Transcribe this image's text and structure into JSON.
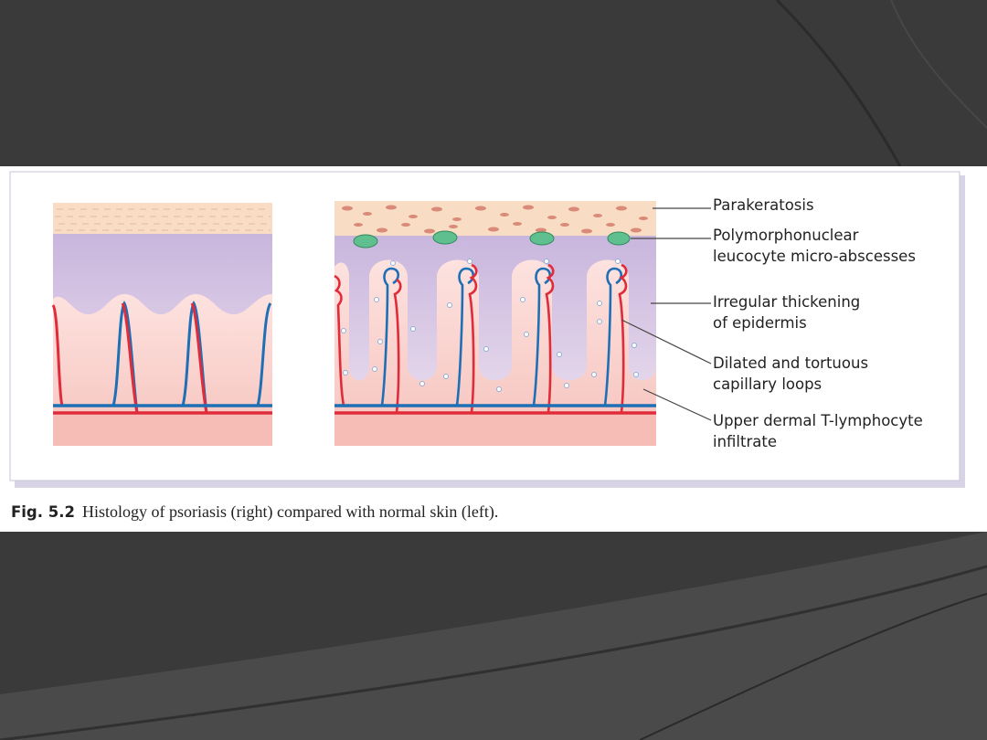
{
  "figure": {
    "labels": {
      "parakeratosis": "Parakeratosis",
      "micro_abscess_1": "Polymorphonuclear",
      "micro_abscess_2": "leucocyte micro-abscesses",
      "thickening_1": "Irregular thickening",
      "thickening_2": "of epidermis",
      "capillary_1": "Dilated and tortuous",
      "capillary_2": "capillary loops",
      "infiltrate_1": "Upper dermal T-lymphocyte",
      "infiltrate_2": "infiltrate"
    },
    "caption": {
      "number": "Fig. 5.2",
      "text": "Histology of psoriasis (right) compared with normal skin (left)."
    }
  },
  "colors": {
    "slide_background": "#3a3a3a",
    "stratum_corneum": "#f8dcc4",
    "epidermis": "#d9c6e4",
    "dermis": "#f7cfca",
    "arteriole": "#e02b3a",
    "venule": "#1f6fb5",
    "micro_abscess": "#5fbf8f"
  }
}
